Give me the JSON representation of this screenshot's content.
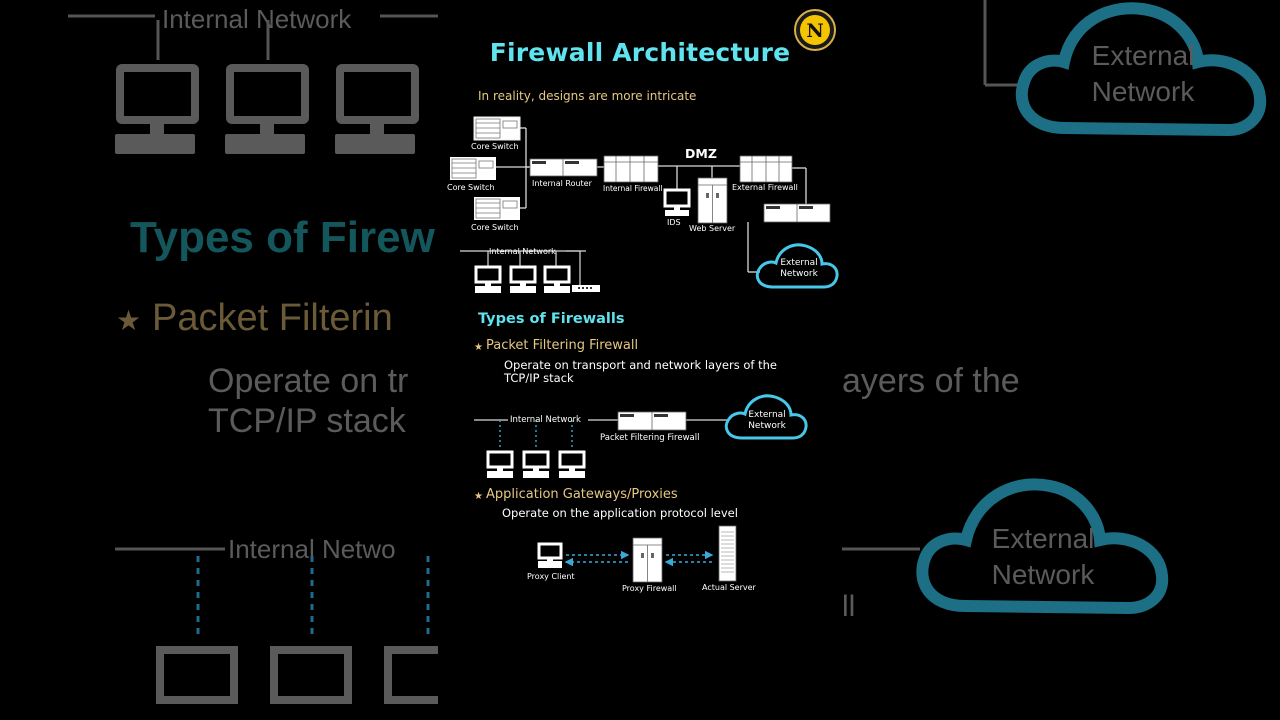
{
  "page": {
    "title": "Firewall Architecture",
    "subtitle": "In reality, designs are more intricate",
    "logo_letter": "N"
  },
  "diagram_top": {
    "labels": {
      "core_switch_1": "Core Switch",
      "core_switch_2": "Core Switch",
      "core_switch_3": "Core Switch",
      "internal_router": "Internal Router",
      "internal_firewall": "Internal Firewall",
      "dmz": "DMZ",
      "external_firewall": "External Firewall",
      "ids": "IDS",
      "web_server": "Web Server",
      "internal_network": "Internal Network",
      "external_network_line1": "External",
      "external_network_line2": "Network"
    }
  },
  "types": {
    "heading": "Types of Firewalls",
    "packet": {
      "title": "Packet Filtering Firewall",
      "desc_line1": "Operate on transport and network layers of the",
      "desc_line2": "TCP/IP stack",
      "internal_network": "Internal Network",
      "firewall_label": "Packet Filtering Firewall",
      "external_line1": "External",
      "external_line2": "Network"
    },
    "gateway": {
      "title": "Application Gateways/Proxies",
      "desc": "Operate on the application protocol level",
      "proxy_client": "Proxy Client",
      "proxy_firewall": "Proxy Firewall",
      "actual_server": "Actual Server"
    }
  },
  "background": {
    "internal_network": "Internal Network",
    "types_heading": "Types of Firew",
    "packet_title": "Packet Filterin",
    "desc_left_1": "Operate on tr",
    "desc_left_2": "TCP/IP stack",
    "desc_right": "ayers of the",
    "external_line1": "External",
    "external_line2": "Network",
    "internal_network_2": "Internal Netwo",
    "fragment": "ll"
  },
  "colors": {
    "accent_cyan": "#5fe3ee",
    "accent_gold": "#e6c784",
    "cloud_blue": "#47c7ea",
    "link_blue": "#3aa8d8"
  }
}
